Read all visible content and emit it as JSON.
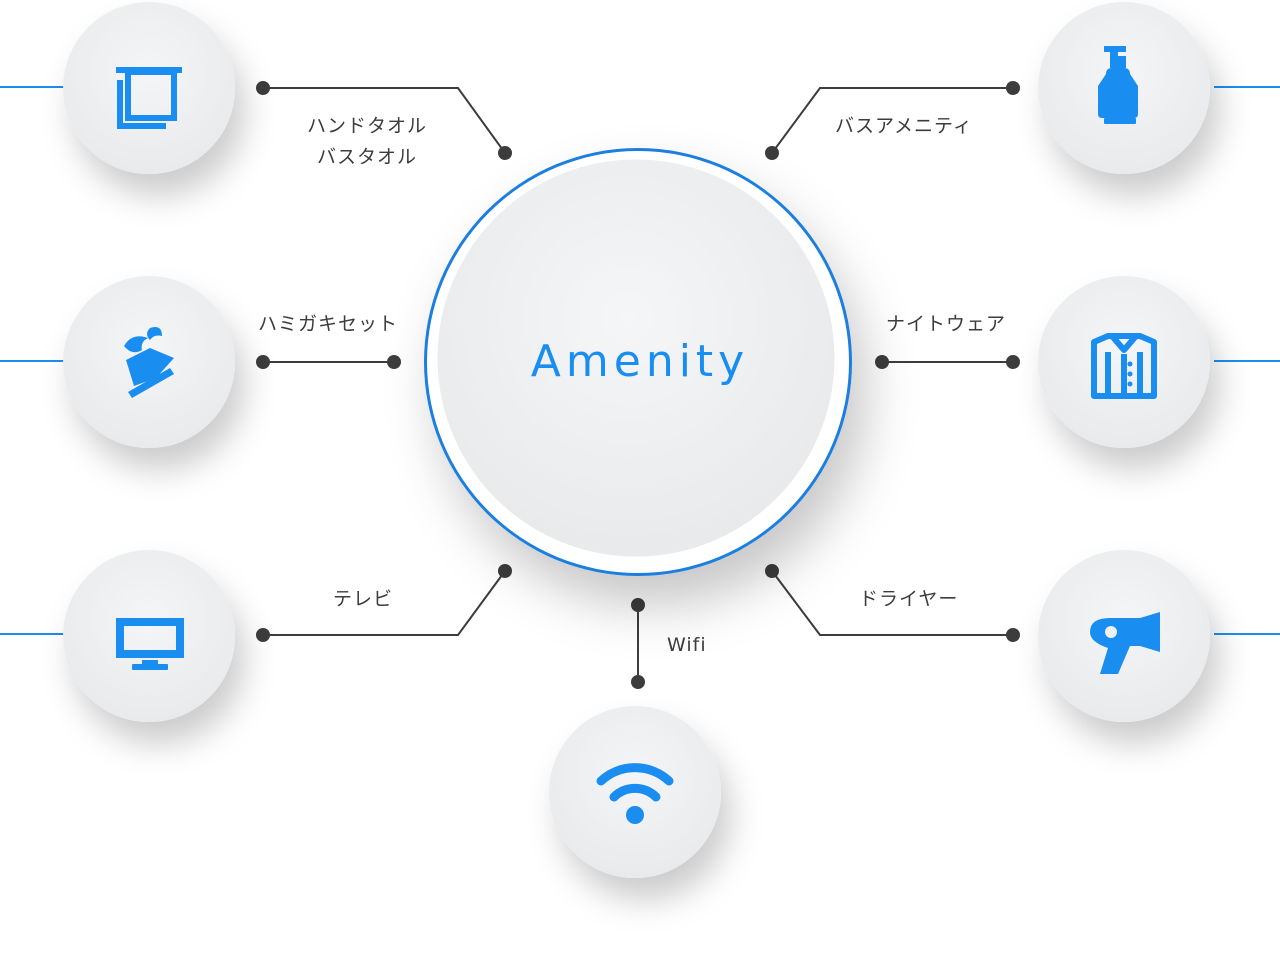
{
  "hub": {
    "label": "Amenity"
  },
  "colors": {
    "accent": "#1a8ef0",
    "line": "#3c3c3c",
    "node": "#eff0f1"
  },
  "items": [
    {
      "id": "towel",
      "label_lines": [
        "ハンドタオル",
        "バスタオル"
      ],
      "icon": "towel-icon"
    },
    {
      "id": "toothbrush",
      "label_lines": [
        "ハミガキセット"
      ],
      "icon": "toothbrush-icon"
    },
    {
      "id": "tv",
      "label_lines": [
        "テレビ"
      ],
      "icon": "tv-icon"
    },
    {
      "id": "wifi",
      "label_lines": [
        "Wifi"
      ],
      "icon": "wifi-icon"
    },
    {
      "id": "bath",
      "label_lines": [
        "バスアメニティ"
      ],
      "icon": "pump-bottle-icon"
    },
    {
      "id": "nightwear",
      "label_lines": [
        "ナイトウェア"
      ],
      "icon": "shirt-icon"
    },
    {
      "id": "dryer",
      "label_lines": [
        "ドライヤー"
      ],
      "icon": "hair-dryer-icon"
    }
  ]
}
